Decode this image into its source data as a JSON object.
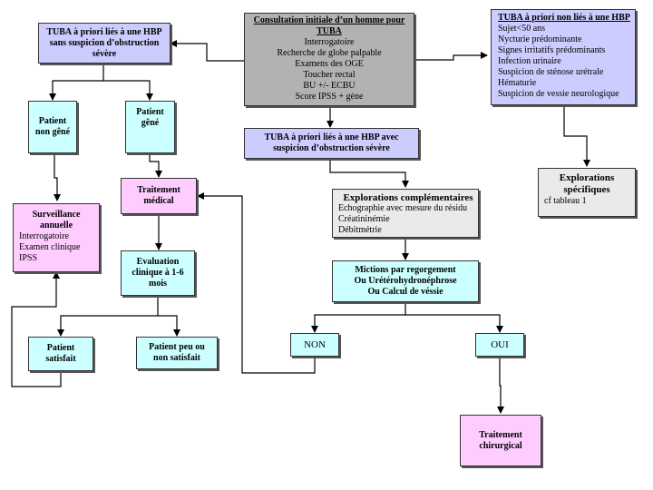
{
  "diagram": {
    "nodes": {
      "consultation": {
        "title": "Consultation initiale  d’un homme pour TUBA",
        "items": [
          "Interrogatoire",
          "Recherche de globe palpable",
          "Examens des OGE",
          "Toucher rectal",
          "BU +/- ECBU",
          "Score IPSS + gène"
        ]
      },
      "hbp_sans": {
        "label": "TUBA à priori liés à une HBP sans suspicion d’obstruction sévère"
      },
      "non_hbp": {
        "title": "TUBA à priori non liés à une HBP",
        "items": [
          "Sujet<50 ans",
          "Nycturie prédominante",
          "Signes irritatifs prédominants",
          "Infection urinaire",
          "Suspicion de sténose urétrale",
          "Hématurie",
          "Suspicion de vessie neurologique"
        ]
      },
      "explorations_specifiques": {
        "title": "Explorations spécifiques",
        "note": "cf tableau 1"
      },
      "hbp_avec": {
        "label": "TUBA à priori liés à une HBP avec suspicion d’obstruction sévère"
      },
      "explorations_complementaires": {
        "title": "Explorations complémentaires",
        "items": [
          "Echographie avec mesure du résidu",
          "Créatininémie",
          "Débitmétrie"
        ]
      },
      "patient_non_gene": {
        "label": "Patient non gêné"
      },
      "patient_gene": {
        "label": "Patient gêné"
      },
      "traitement_medical": {
        "label": "Traitement médical"
      },
      "surveillance": {
        "title": "Surveillance annuelle",
        "items": [
          "Interrogatoire",
          "Examen clinique",
          "IPSS"
        ]
      },
      "evaluation": {
        "label": "Evaluation clinique à 1-6 mois"
      },
      "mictions": {
        "lines": [
          "Mictions par regorgement",
          "Ou Urétérohydronéphrose",
          "Ou Calcul de véssie"
        ]
      },
      "non": {
        "label": "NON"
      },
      "oui": {
        "label": "OUI"
      },
      "patient_satisfait": {
        "label": "Patient satisfait"
      },
      "patient_peu_satisfait": {
        "label": "Patient peu ou non satisfait"
      },
      "traitement_chirurgical": {
        "label": "Traitement chirurgical"
      }
    }
  }
}
